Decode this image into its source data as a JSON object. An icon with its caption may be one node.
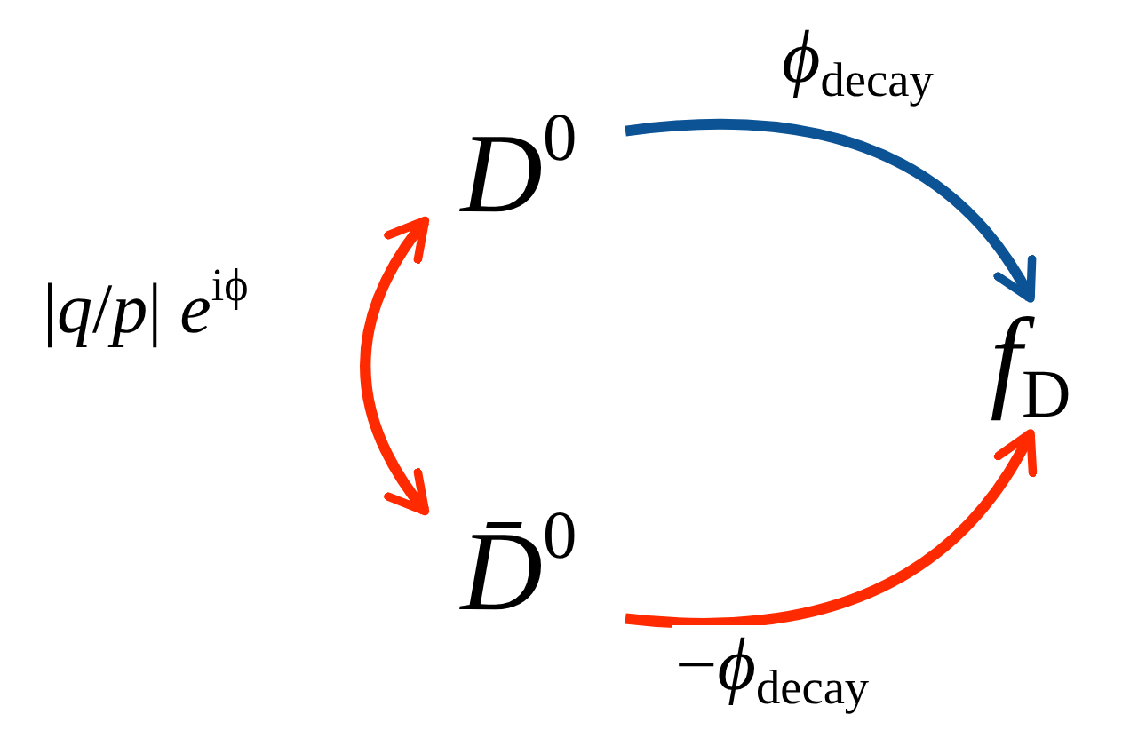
{
  "diagram": {
    "nodes": [
      {
        "text": [
          "*D*$^{0}$"
        ]
      },
      {
        "text": [
          "*D̄*$^{0}$"
        ]
      },
      {
        "text": [
          "*f*$_{D}$"
        ]
      }
    ],
    "edges": [
      {
        "from": 1,
        "to": 0,
        "arrow": "both",
        "label": "|*q*/*p*| *e*$^{iϕ}$",
        "color": "#ff2a00"
      },
      {
        "from": 0,
        "to": 2,
        "arrow": "to",
        "label": "*ϕ*$_{decay}$",
        "color": "#0b5394"
      },
      {
        "from": 1,
        "to": 2,
        "arrow": "to",
        "label": "−*ϕ*$_{decay}$",
        "color": "#ff2a00"
      }
    ]
  }
}
